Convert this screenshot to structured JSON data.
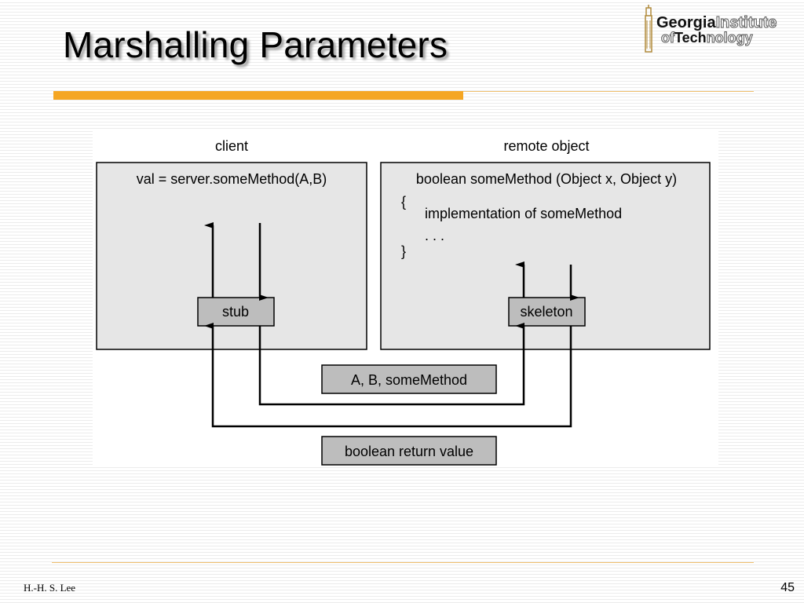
{
  "slide": {
    "title": "Marshalling Parameters",
    "footer_author": "H.-H. S. Lee",
    "page_number": "45"
  },
  "logo": {
    "word1_bold": "Georgia",
    "word1_outline": "Institute",
    "word2_outline_a": "of",
    "word2_bold": "Tech",
    "word2_outline_b": "nology"
  },
  "diagram": {
    "client_label": "client",
    "remote_label": "remote object",
    "client_call": "val = server.someMethod(A,B)",
    "remote_signature": "boolean someMethod (Object x, Object y)",
    "open_brace": "{",
    "implementation": "implementation of someMethod",
    "ellipsis": ". . .",
    "close_brace": "}",
    "stub_label": "stub",
    "skeleton_label": "skeleton",
    "params_message": "A, B, someMethod",
    "return_message": "boolean return value"
  },
  "colors": {
    "accent": "#f5a623",
    "panel_fill": "#e6e6e6",
    "box_fill": "#bdbdbd"
  }
}
